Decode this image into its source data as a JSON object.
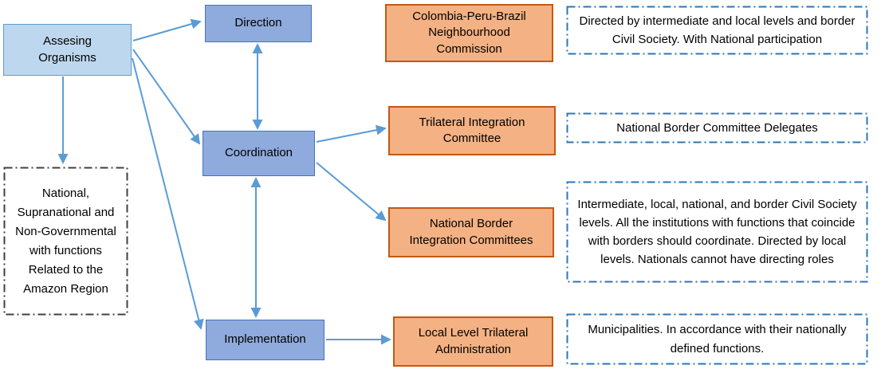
{
  "colors": {
    "canvas_bg": "#ffffff",
    "text_color": "#000000",
    "light_blue_fill": "#BDD7EE",
    "light_blue_border": "#5B9BD5",
    "blue_fill": "#8FAADC",
    "blue_border": "#4472C4",
    "orange_fill": "#F4B183",
    "orange_border": "#C45911",
    "arrow_color": "#5B9BD5",
    "left_dash_border": "#404040",
    "right_dash_border": "#2E75B6"
  },
  "nodes": {
    "assessing_organisms": "Assesing Organisms",
    "left_note": "National, Supranational and Non-Governmental with functions Related to the Amazon Region",
    "direction": "Direction",
    "coordination": "Coordination",
    "implementation": "Implementation",
    "neighbourhood_commission": "Colombia-Peru-Brazil Neighbourhood Commission",
    "trilateral_integration_committee": "Trilateral Integration Committee",
    "national_border_integration_committees": "National Border Integration Committees",
    "local_level_trilateral_administration": "Local Level Trilateral Administration",
    "note_direction": "Directed by intermediate and local levels and border Civil Society. With National participation",
    "note_trilateral": "National Border Committee Delegates",
    "note_border_committees": "Intermediate, local, national, and border Civil Society levels. All the institutions with functions that coincide with borders should coordinate. Directed by local levels. Nationals cannot have directing roles",
    "note_local_admin": "Municipalities. In accordance with their nationally defined functions."
  }
}
